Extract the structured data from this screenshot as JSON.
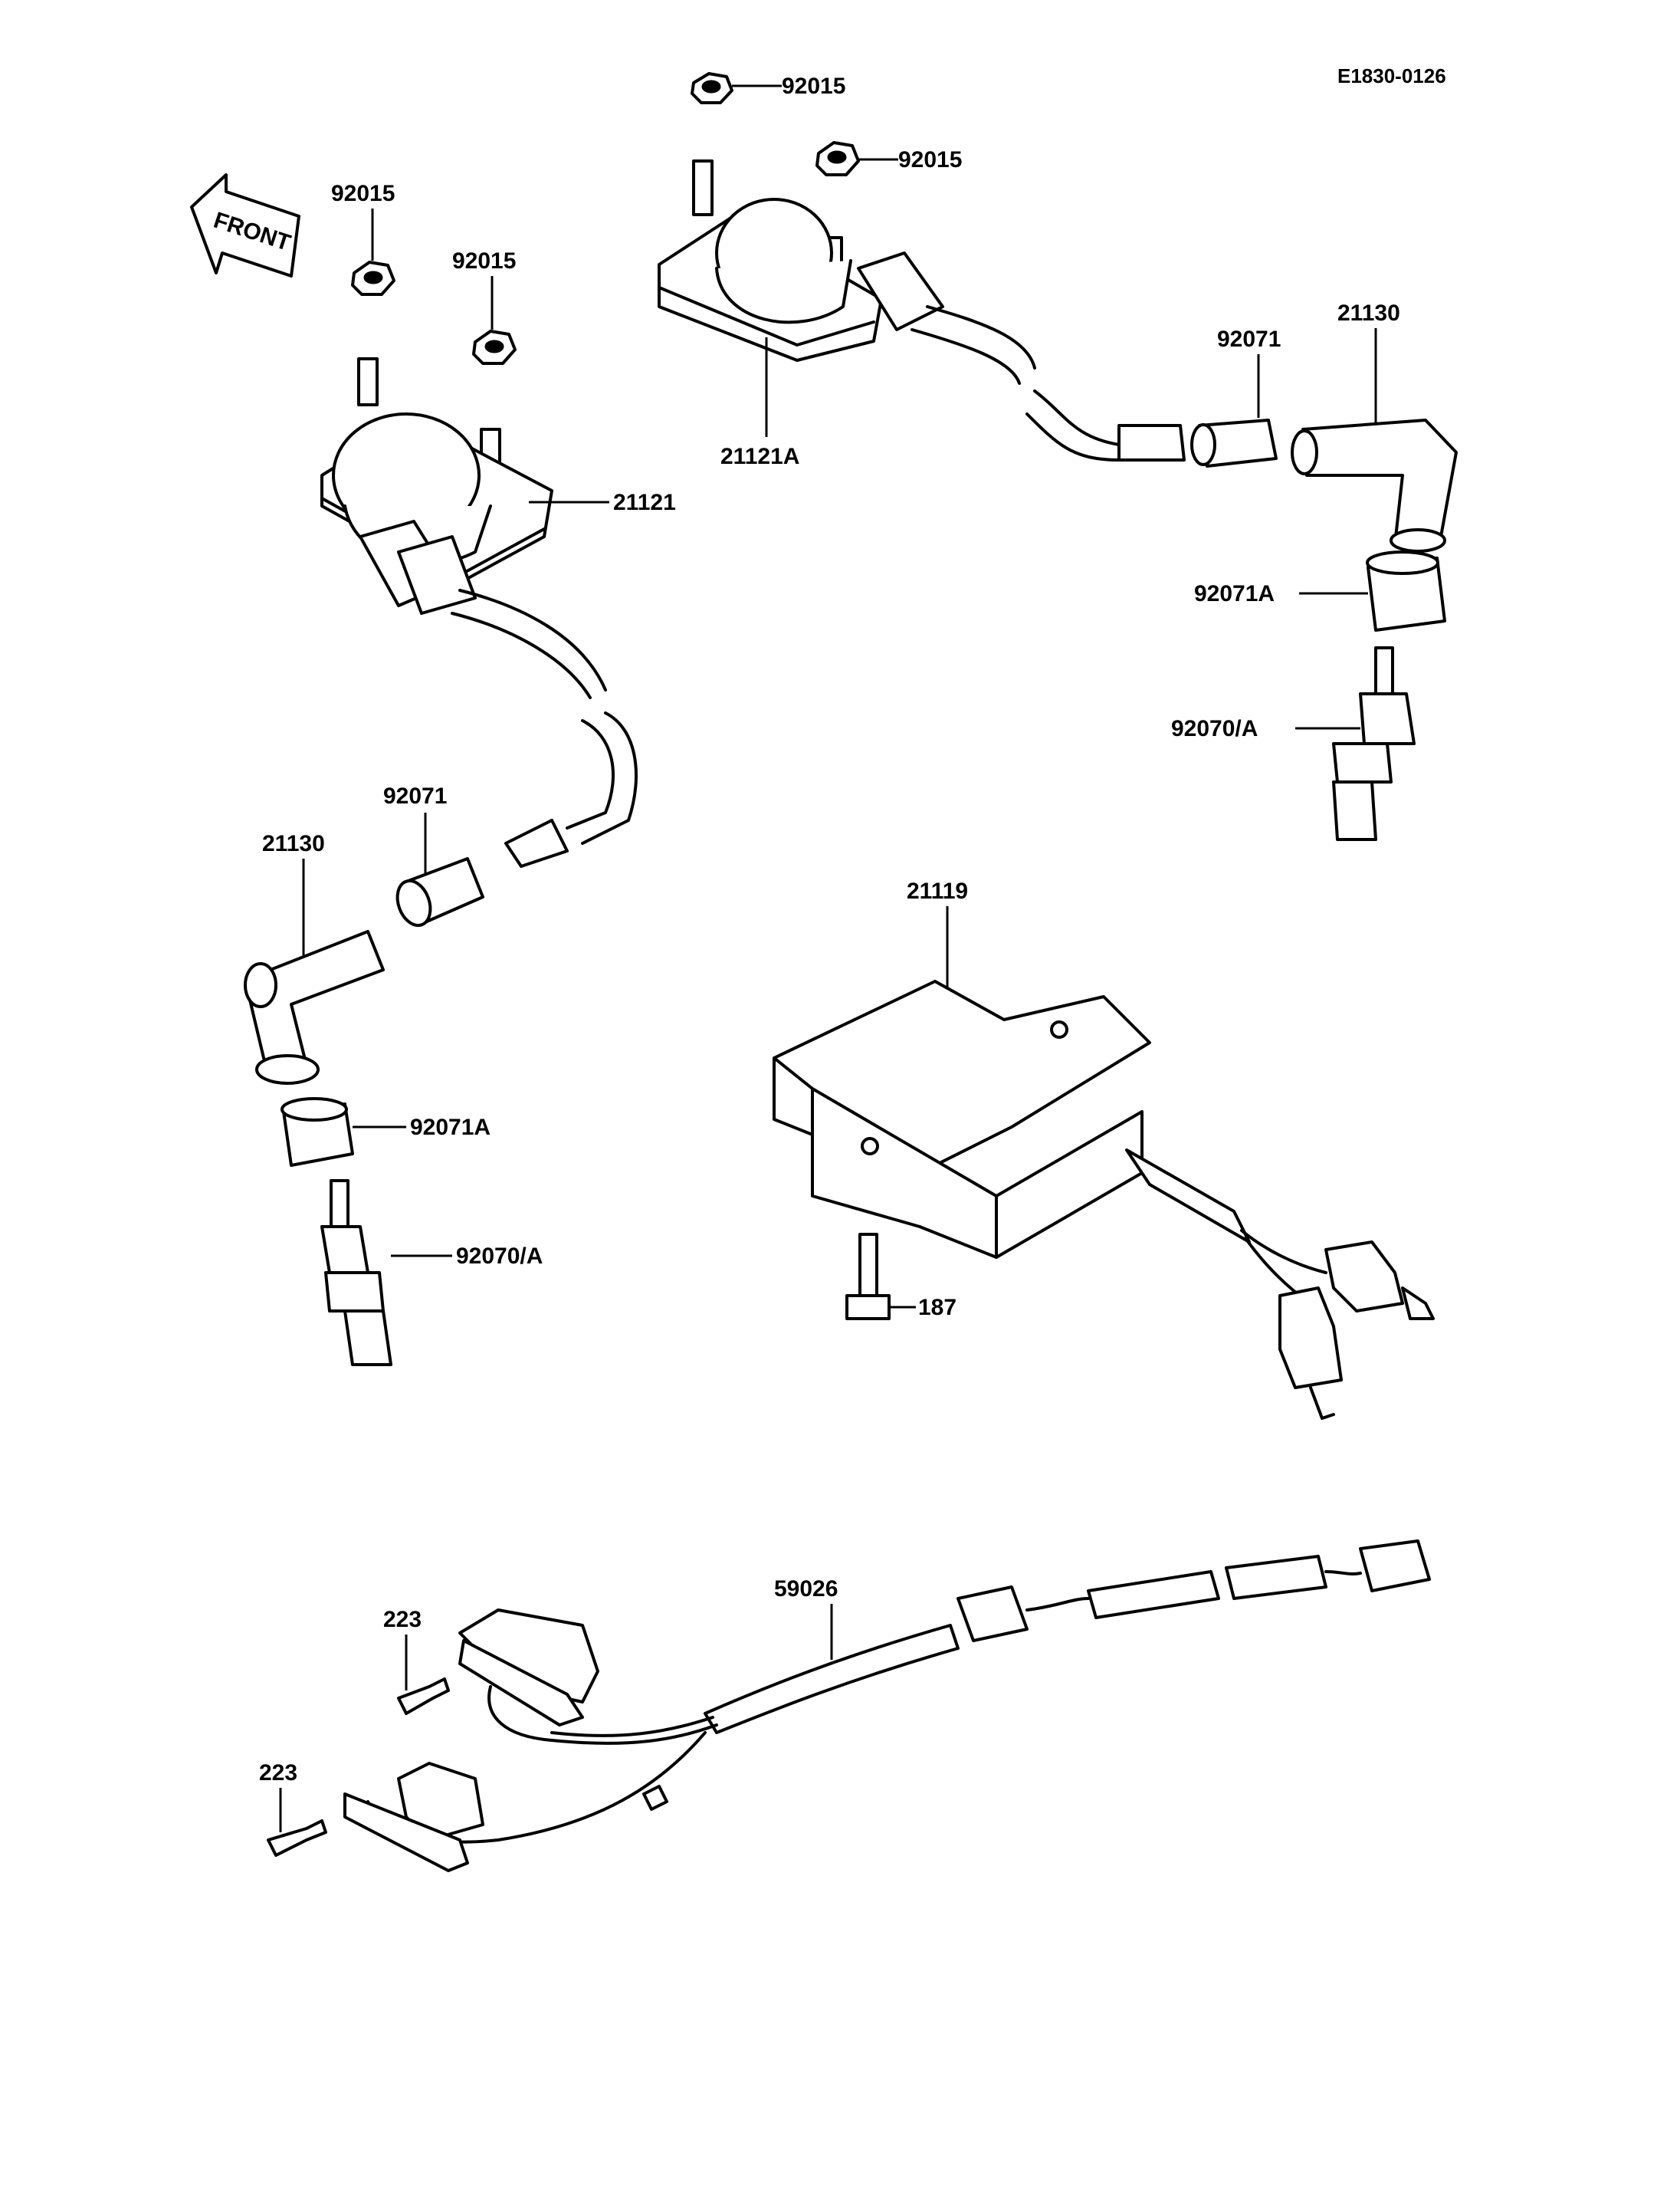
{
  "diagram_code": "E1830-0126",
  "front_label": "FRONT",
  "labels": {
    "nut_top_1": "92015",
    "nut_top_2": "92015",
    "nut_left_1": "92015",
    "nut_left_2": "92015",
    "coil_left": "21121",
    "coil_right": "21121A",
    "cap_right": "92071",
    "cap_left": "92071",
    "plug_cap_right": "21130",
    "plug_cap_left": "21130",
    "boot_right": "92071A",
    "boot_left": "92071A",
    "spark_plug_right": "92070/A",
    "spark_plug_left": "92070/A",
    "igniter": "21119",
    "igniter_bolt": "187",
    "pickup_harness": "59026",
    "pickup_screw_upper": "223",
    "pickup_screw_lower": "223"
  }
}
